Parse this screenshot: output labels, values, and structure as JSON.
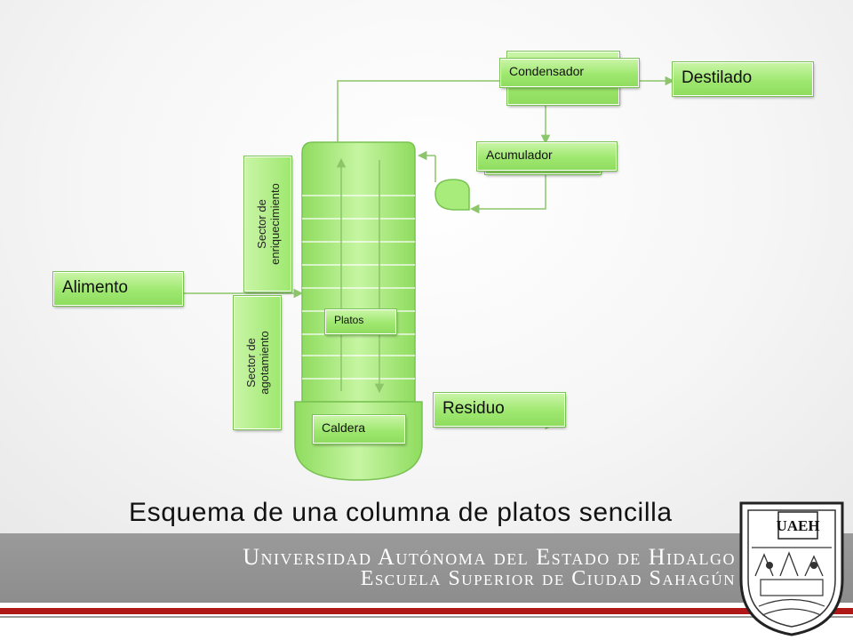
{
  "title": "Esquema de una columna de platos sencilla",
  "labels": {
    "condensador": "Condensador",
    "destilado": "Destilado",
    "acumulador": "Acumulador",
    "alimento": "Alimento",
    "residuo": "Residuo",
    "platos": "Platos",
    "caldera": "Caldera",
    "sector_enriquecimiento_line1": "Sector de",
    "sector_enriquecimiento_line2": "enriquecimiento",
    "sector_agotamiento_line1": "Sector de",
    "sector_agotamiento_line2": "agotamiento"
  },
  "footer": {
    "line1": "Universidad Autónoma del Estado de Hidalgo",
    "line2": "Escuela Superior de Ciudad Sahagún"
  },
  "seal": {
    "monogram": "UAEH"
  },
  "colors": {
    "box_fill": "#9fe870",
    "line": "#8cc56a",
    "band": "#8d8d8d",
    "accent_red": "#b01717"
  }
}
